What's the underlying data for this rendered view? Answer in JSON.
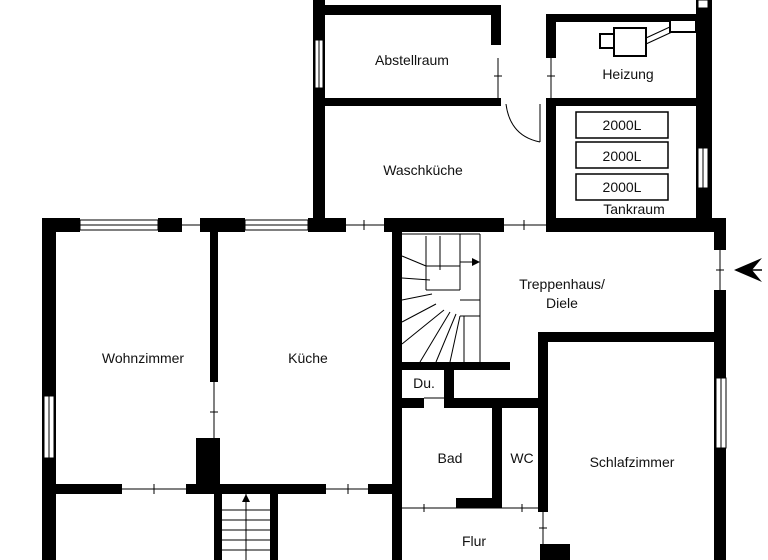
{
  "floorplan": {
    "rooms": {
      "abstellraum": "Abstellraum",
      "heizung": "Heizung",
      "waschkueche": "Waschküche",
      "tankraum": "Tankraum",
      "wohnzimmer": "Wohnzimmer",
      "kueche": "Küche",
      "treppenhaus_line1": "Treppenhaus/",
      "treppenhaus_line2": "Diele",
      "du": "Du.",
      "bad": "Bad",
      "wc": "WC",
      "schlafzimmer": "Schlafzimmer",
      "flur": "Flur"
    },
    "tanks": [
      "2000L",
      "2000L",
      "2000L"
    ],
    "entrance_icon": "entrance-arrow-icon",
    "boiler_icon": "boiler-icon",
    "colors": {
      "wall": "#000000",
      "background": "#ffffff"
    }
  }
}
